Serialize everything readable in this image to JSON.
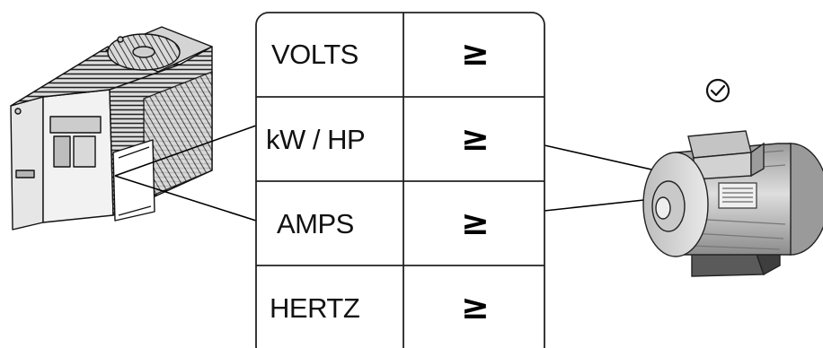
{
  "table": {
    "rows": [
      {
        "label": "VOLTS",
        "symbol": "≥"
      },
      {
        "label": "kW / HP",
        "symbol": "≥"
      },
      {
        "label": "AMPS",
        "symbol": "≥"
      },
      {
        "label": "HERTZ",
        "symbol": "≥"
      }
    ]
  },
  "icons": {
    "drive": "variable-frequency-drive-icon",
    "motor": "electric-motor-icon",
    "check": "check-circle-icon"
  }
}
